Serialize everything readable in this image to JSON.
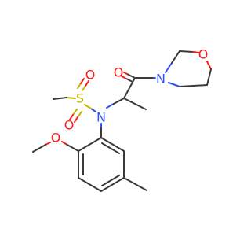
{
  "atoms": {
    "o_carbonyl": {
      "label": "O",
      "color": "#ff1a1a"
    },
    "n_morpholine": {
      "label": "N",
      "color": "#3050f8"
    },
    "o_morpholine": {
      "label": "O",
      "color": "#ff1a1a"
    },
    "n_sulfonamide": {
      "label": "N",
      "color": "#3050f8"
    },
    "s_sulfonyl": {
      "label": "S",
      "color": "#c8b400"
    },
    "o_sulfonyl_top": {
      "label": "O",
      "color": "#ff1a1a"
    },
    "o_sulfonyl_bottom": {
      "label": "O",
      "color": "#ff1a1a"
    },
    "o_methoxy": {
      "label": "O",
      "color": "#ff1a1a"
    }
  },
  "bond_color": "#3a3a3a"
}
